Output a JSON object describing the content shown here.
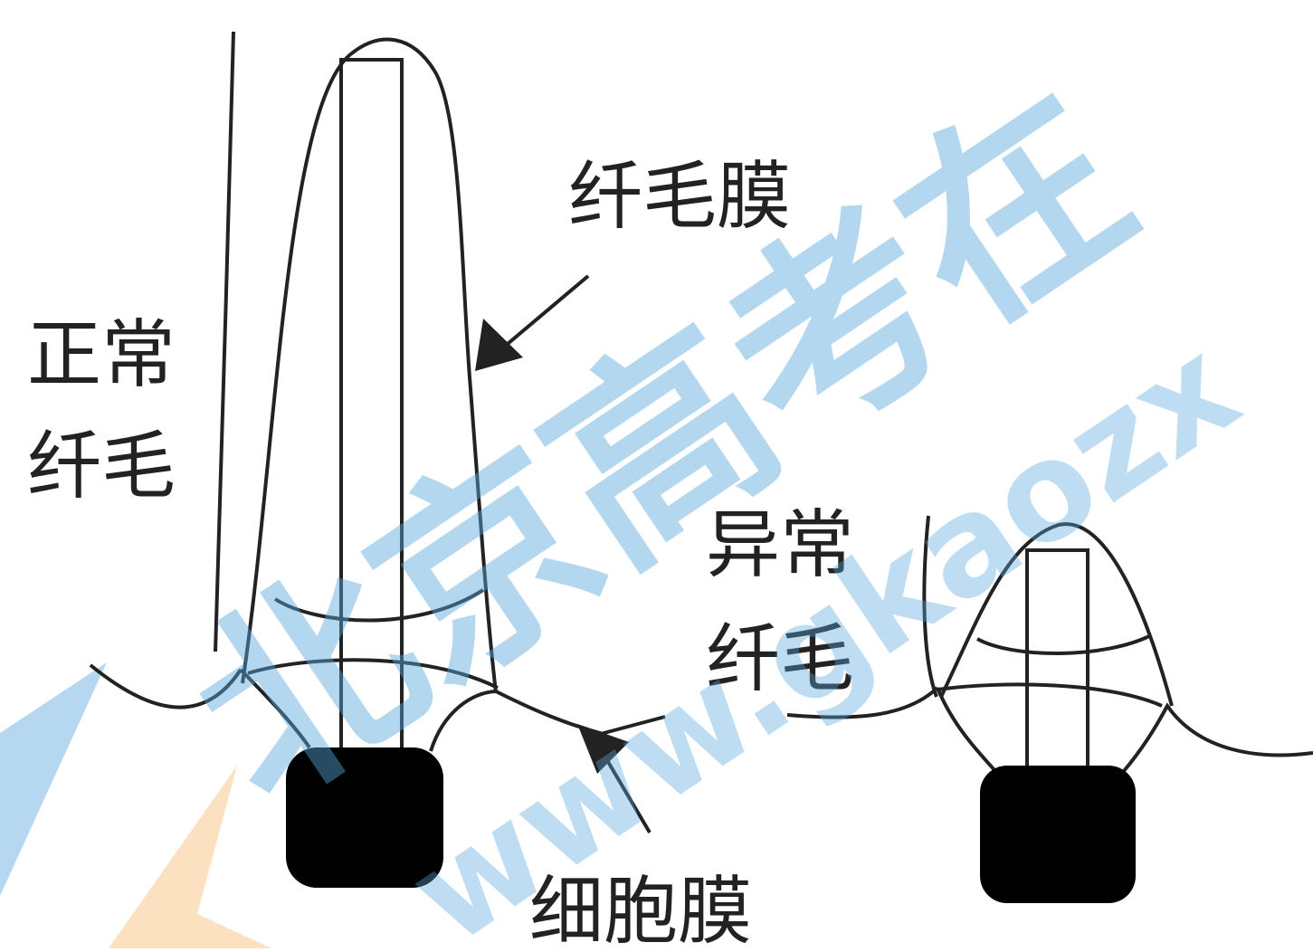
{
  "labels": {
    "normal_cilium": [
      "正常",
      "纤毛"
    ],
    "ciliary_membrane": "纤毛膜",
    "abnormal_cilium": [
      "异常",
      "纤毛"
    ],
    "cell_membrane": "细胞膜"
  },
  "watermark": {
    "text_cn": "北京高考在",
    "text_url": "www.gkaozx",
    "color": "#5aa7de",
    "accent_color": "#f8c98a"
  }
}
